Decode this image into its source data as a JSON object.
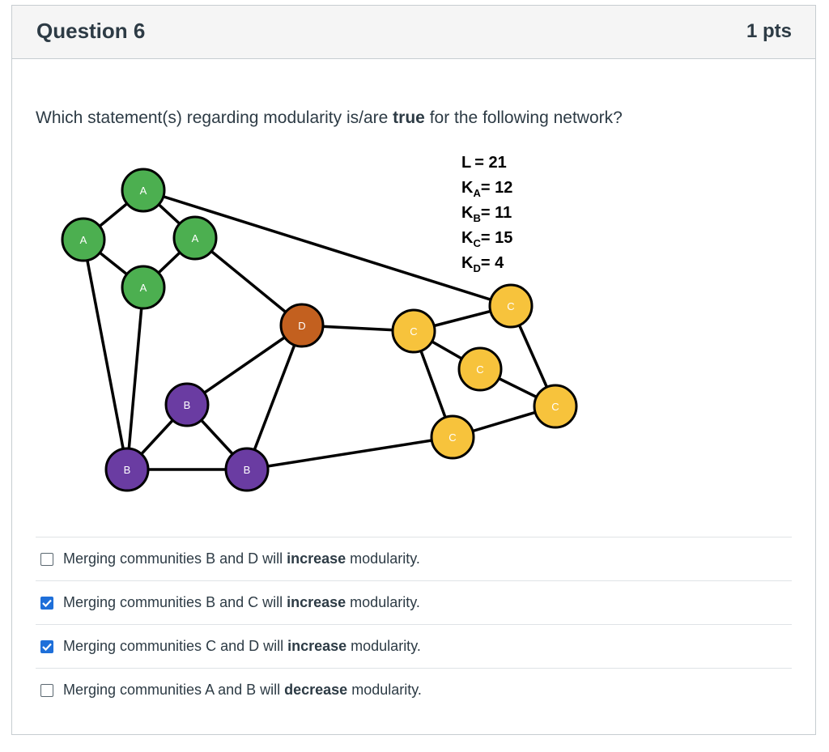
{
  "question": {
    "title": "Question 6",
    "points": "1 pts",
    "text_before": "Which statement(s) regarding modularity is/are ",
    "text_bold": "true",
    "text_after": " for the following network?"
  },
  "network": {
    "stats": {
      "L": {
        "label": "L",
        "value": "= 21"
      },
      "KA": {
        "label": "K",
        "sub": "A",
        "value": "= 12"
      },
      "KB": {
        "label": "K",
        "sub": "B",
        "value": "= 11"
      },
      "KC": {
        "label": "K",
        "sub": "C",
        "value": "= 15"
      },
      "KD": {
        "label": "K",
        "sub": "D",
        "value": "= 4"
      }
    },
    "colors": {
      "A": "#4caf50",
      "B": "#6a3ca2",
      "C": "#f7c33c",
      "D": "#c3601f"
    },
    "nodes": [
      {
        "id": "a1",
        "label": "A",
        "community": "A"
      },
      {
        "id": "a2",
        "label": "A",
        "community": "A"
      },
      {
        "id": "a3",
        "label": "A",
        "community": "A"
      },
      {
        "id": "a4",
        "label": "A",
        "community": "A"
      },
      {
        "id": "d1",
        "label": "D",
        "community": "D"
      },
      {
        "id": "b1",
        "label": "B",
        "community": "B"
      },
      {
        "id": "b2",
        "label": "B",
        "community": "B"
      },
      {
        "id": "b3",
        "label": "B",
        "community": "B"
      },
      {
        "id": "c1",
        "label": "C",
        "community": "C"
      },
      {
        "id": "c2",
        "label": "C",
        "community": "C"
      },
      {
        "id": "c3",
        "label": "C",
        "community": "C"
      },
      {
        "id": "c4",
        "label": "C",
        "community": "C"
      },
      {
        "id": "c5",
        "label": "C",
        "community": "C"
      }
    ],
    "edges": [
      [
        "a1",
        "a2"
      ],
      [
        "a1",
        "a3"
      ],
      [
        "a2",
        "a4"
      ],
      [
        "a3",
        "a4"
      ],
      [
        "a1",
        "c1"
      ],
      [
        "a2",
        "b2"
      ],
      [
        "a4",
        "b2"
      ],
      [
        "a3",
        "d1"
      ],
      [
        "d1",
        "c2"
      ],
      [
        "d1",
        "b1"
      ],
      [
        "d1",
        "b3"
      ],
      [
        "b1",
        "b2"
      ],
      [
        "b1",
        "b3"
      ],
      [
        "b2",
        "b3"
      ],
      [
        "b3",
        "c4"
      ],
      [
        "c2",
        "c1"
      ],
      [
        "c2",
        "c3"
      ],
      [
        "c2",
        "c4"
      ],
      [
        "c1",
        "c5"
      ],
      [
        "c3",
        "c5"
      ],
      [
        "c4",
        "c5"
      ]
    ]
  },
  "answers": [
    {
      "checked": false,
      "before": "Merging communities B and D will ",
      "bold": "increase",
      "after": " modularity."
    },
    {
      "checked": true,
      "before": "Merging communities B and C will ",
      "bold": "increase",
      "after": " modularity."
    },
    {
      "checked": true,
      "before": "Merging communities C and D will ",
      "bold": "increase",
      "after": " modularity."
    },
    {
      "checked": false,
      "before": "Merging communities A and B will ",
      "bold": "decrease",
      "after": " modularity."
    }
  ]
}
